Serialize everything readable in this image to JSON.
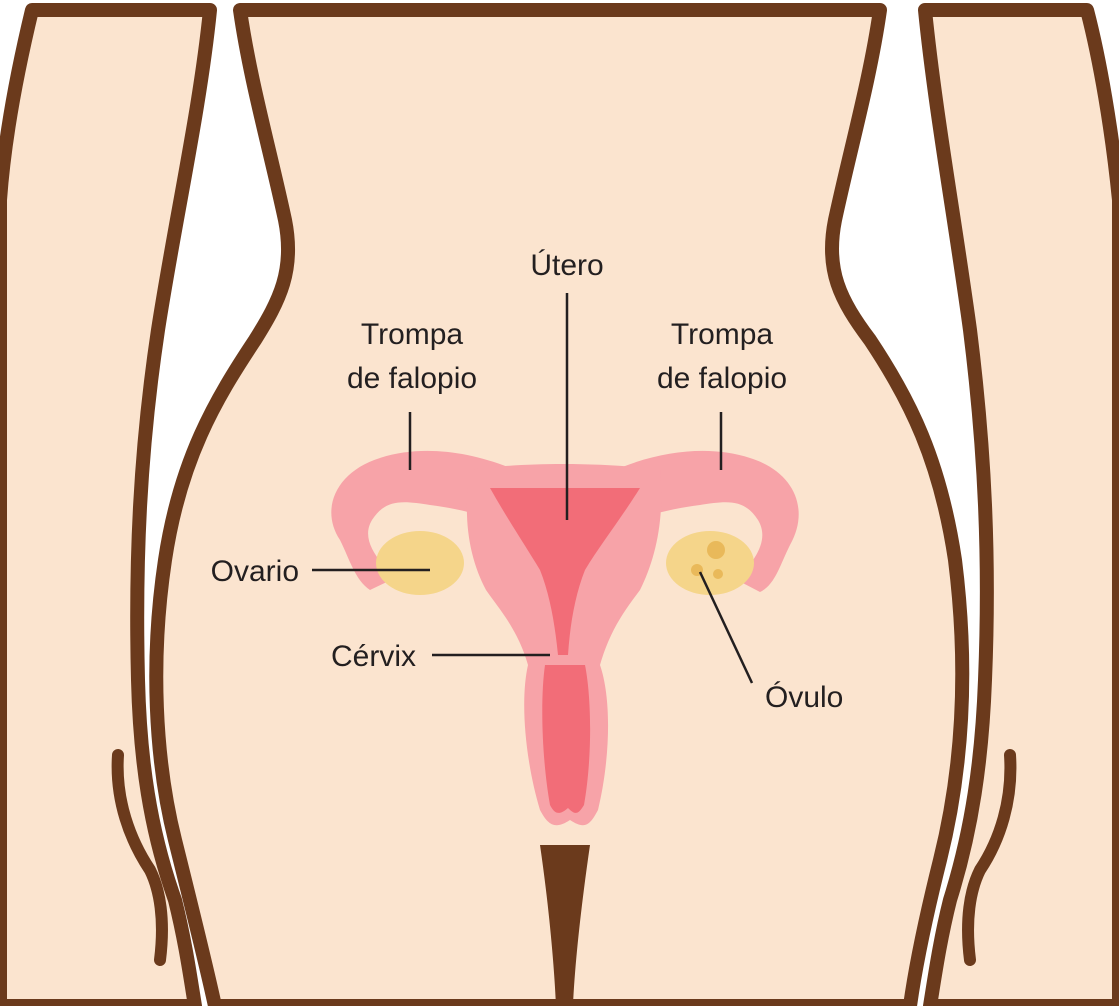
{
  "labels": {
    "utero": "Útero",
    "trompa_left_line1": "Trompa",
    "trompa_left_line2": "de falopio",
    "trompa_right_line1": "Trompa",
    "trompa_right_line2": "de falopio",
    "ovario": "Ovario",
    "cervix": "Cérvix",
    "ovulo": "Óvulo"
  },
  "colors": {
    "skin": "#fbe4cf",
    "outline": "#6b3a1c",
    "tube_pink": "#f7a3a8",
    "uterus_inner": "#f26d78",
    "ovary": "#f5d58a",
    "ovary_spot": "#e9b95a",
    "leader_line": "#231f20",
    "background": "#ffffff"
  }
}
